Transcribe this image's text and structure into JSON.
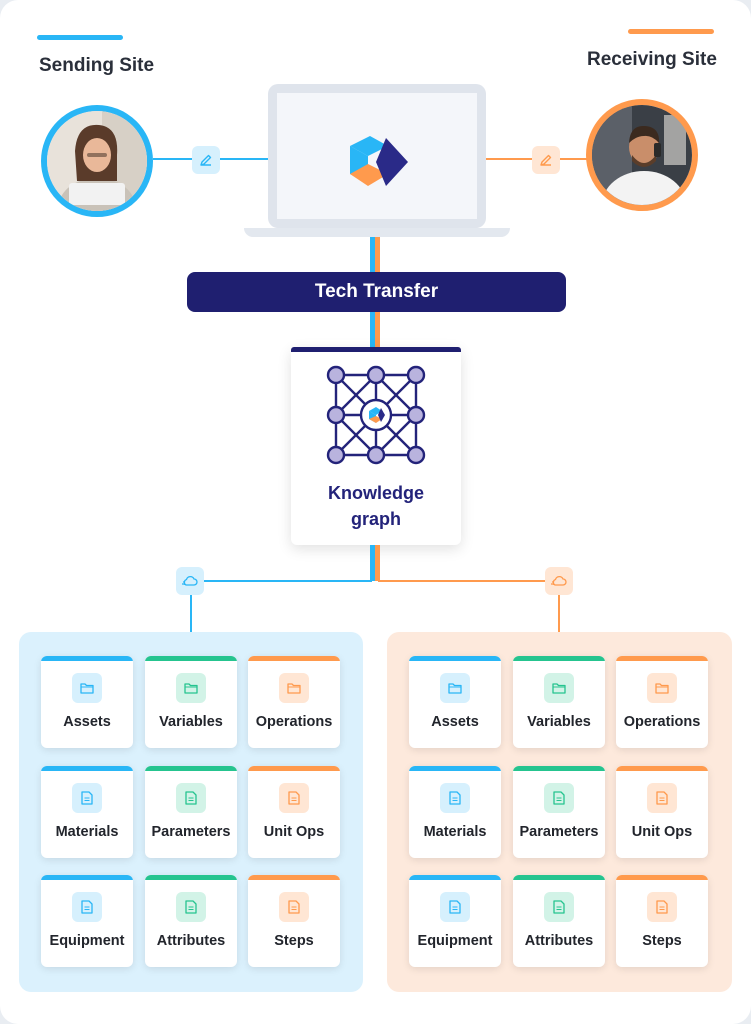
{
  "colors": {
    "blue": "#29b6f6",
    "orange": "#ff9a4d",
    "green": "#25c48f",
    "navy": "#1f1f70"
  },
  "sending_site": {
    "label": "Sending Site",
    "icon": "edit-icon"
  },
  "receiving_site": {
    "label": "Receiving Site",
    "icon": "edit-icon"
  },
  "laptop": {
    "logo": "cube-logo"
  },
  "tech_transfer": {
    "label": "Tech Transfer"
  },
  "knowledge_graph": {
    "title_line1": "Knowledge",
    "title_line2": "graph",
    "icon": "network-graph-icon"
  },
  "connectors": {
    "left_icon": "cloud-sync-icon",
    "right_icon": "cloud-sync-icon"
  },
  "sending_panel": {
    "cards": [
      {
        "label": "Assets",
        "icon": "folder-icon",
        "accent": "blue"
      },
      {
        "label": "Variables",
        "icon": "folder-icon",
        "accent": "green"
      },
      {
        "label": "Operations",
        "icon": "folder-icon",
        "accent": "orange"
      },
      {
        "label": "Materials",
        "icon": "document-icon",
        "accent": "blue"
      },
      {
        "label": "Parameters",
        "icon": "document-icon",
        "accent": "green"
      },
      {
        "label": "Unit Ops",
        "icon": "document-icon",
        "accent": "orange"
      },
      {
        "label": "Equipment",
        "icon": "document-icon",
        "accent": "blue"
      },
      {
        "label": "Attributes",
        "icon": "document-icon",
        "accent": "green"
      },
      {
        "label": "Steps",
        "icon": "document-icon",
        "accent": "orange"
      }
    ]
  },
  "receiving_panel": {
    "cards": [
      {
        "label": "Assets",
        "icon": "folder-icon",
        "accent": "blue"
      },
      {
        "label": "Variables",
        "icon": "folder-icon",
        "accent": "green"
      },
      {
        "label": "Operations",
        "icon": "folder-icon",
        "accent": "orange"
      },
      {
        "label": "Materials",
        "icon": "document-icon",
        "accent": "blue"
      },
      {
        "label": "Parameters",
        "icon": "document-icon",
        "accent": "green"
      },
      {
        "label": "Unit Ops",
        "icon": "document-icon",
        "accent": "orange"
      },
      {
        "label": "Equipment",
        "icon": "document-icon",
        "accent": "blue"
      },
      {
        "label": "Attributes",
        "icon": "document-icon",
        "accent": "green"
      },
      {
        "label": "Steps",
        "icon": "document-icon",
        "accent": "orange"
      }
    ]
  }
}
